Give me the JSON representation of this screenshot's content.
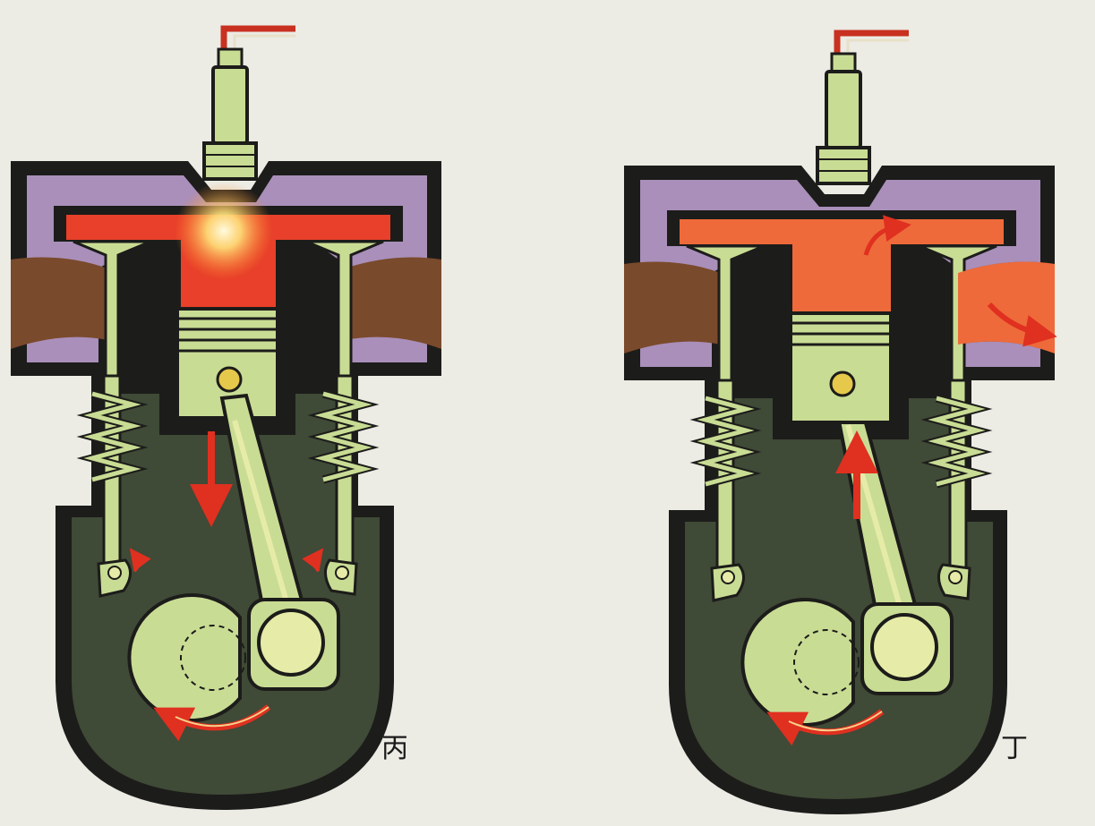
{
  "panels": [
    {
      "label": "丙",
      "stroke": "power"
    },
    {
      "label": "丁",
      "stroke": "exhaust"
    }
  ],
  "colors": {
    "background": "#ecebe4",
    "outline": "#1c1c1a",
    "jacket": "#a98fba",
    "port": "#7a4a2c",
    "crankcase": "#3f4a37",
    "part": "#c9dc94",
    "part_light": "#e6eca8",
    "combustion": "#e8402a",
    "exhaust_gas": "#ee6a3a",
    "arrow": "#e03020"
  }
}
